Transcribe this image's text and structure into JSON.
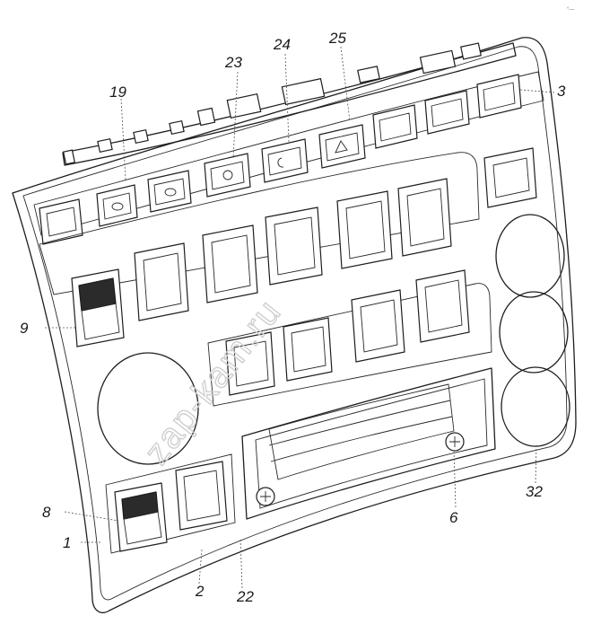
{
  "drawing": {
    "subject": "instrument panel switch unit",
    "watermark": "zap-kam.ru",
    "corner_mark": "°—"
  },
  "callouts": [
    {
      "id": "c1",
      "label": "1"
    },
    {
      "id": "c2",
      "label": "2"
    },
    {
      "id": "c3",
      "label": "3"
    },
    {
      "id": "c6",
      "label": "6"
    },
    {
      "id": "c8",
      "label": "8"
    },
    {
      "id": "c9",
      "label": "9"
    },
    {
      "id": "c19",
      "label": "19"
    },
    {
      "id": "c22",
      "label": "22"
    },
    {
      "id": "c23",
      "label": "23"
    },
    {
      "id": "c24",
      "label": "24"
    },
    {
      "id": "c25",
      "label": "25"
    },
    {
      "id": "c32",
      "label": "32"
    }
  ]
}
